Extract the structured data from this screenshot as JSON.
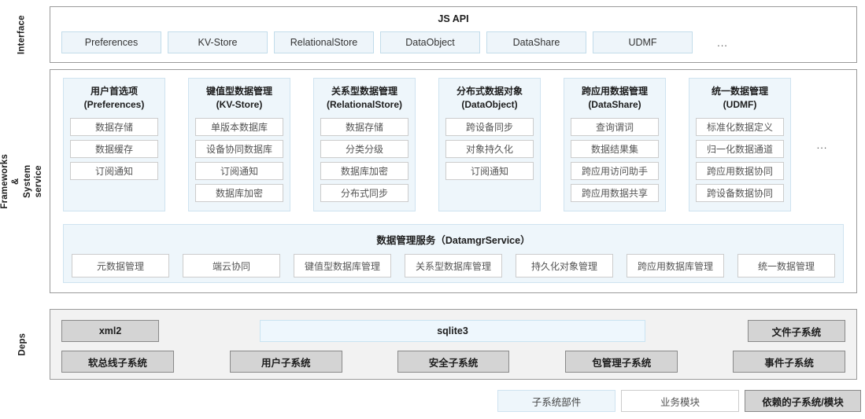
{
  "side_labels": {
    "interface": "Interface",
    "frameworks": "Frameworks &\nSystem service",
    "frameworks_line1": "Frameworks &",
    "frameworks_line2": "System service",
    "deps": "Deps"
  },
  "interface": {
    "title": "JS API",
    "items": [
      {
        "label": "Preferences",
        "width": 130
      },
      {
        "label": "KV-Store",
        "width": 130
      },
      {
        "label": "RelationalStore",
        "width": 130
      },
      {
        "label": "DataObject",
        "width": 130
      },
      {
        "label": "DataShare",
        "width": 130
      },
      {
        "label": "UDMF",
        "width": 130
      }
    ],
    "ellipsis": "..."
  },
  "frameworks": {
    "columns": [
      {
        "title_cn": "用户首选项",
        "title_en": "(Preferences)",
        "items": [
          "数据存储",
          "数据缓存",
          "订阅通知"
        ]
      },
      {
        "title_cn": "键值型数据管理",
        "title_en": "(KV-Store)",
        "items": [
          "单版本数据库",
          "设备协同数据库",
          "订阅通知",
          "数据库加密"
        ]
      },
      {
        "title_cn": "关系型数据管理",
        "title_en": "(RelationalStore)",
        "items": [
          "数据存储",
          "分类分级",
          "数据库加密",
          "分布式同步"
        ]
      },
      {
        "title_cn": "分布式数据对象",
        "title_en": "(DataObject)",
        "items": [
          "跨设备同步",
          "对象持久化",
          "订阅通知"
        ]
      },
      {
        "title_cn": "跨应用数据管理",
        "title_en": "(DataShare)",
        "items": [
          "查询谓词",
          "数据结果集",
          "跨应用访问助手",
          "跨应用数据共享"
        ]
      },
      {
        "title_cn": "统一数据管理",
        "title_en": "(UDMF)",
        "items": [
          "标准化数据定义",
          "归一化数据通道",
          "跨应用数据协同",
          "跨设备数据协同"
        ]
      }
    ],
    "ellipsis": "..."
  },
  "datamgr_service": {
    "title": "数据管理服务（DatamgrService）",
    "items": [
      "元数据管理",
      "端云协同",
      "键值型数据库管理",
      "关系型数据库管理",
      "持久化对象管理",
      "跨应用数据库管理",
      "统一数据管理"
    ]
  },
  "deps": {
    "row1": [
      {
        "label": "xml2",
        "style": "gray"
      },
      {
        "label": "sqlite3",
        "style": "blue"
      },
      {
        "label": "文件子系统",
        "style": "gray"
      }
    ],
    "row2": [
      {
        "label": "软总线子系统",
        "style": "gray"
      },
      {
        "label": "用户子系统",
        "style": "gray"
      },
      {
        "label": "安全子系统",
        "style": "gray"
      },
      {
        "label": "包管理子系统",
        "style": "gray"
      },
      {
        "label": "事件子系统",
        "style": "gray"
      }
    ]
  },
  "legend": [
    {
      "label": "子系统部件",
      "style": "blue"
    },
    {
      "label": "业务模块",
      "style": "white"
    },
    {
      "label": "依赖的子系统/模块",
      "style": "gray"
    }
  ],
  "colors": {
    "component_fill": "#eef6fb",
    "component_border": "#cfe3f0",
    "module_fill": "#ffffff",
    "module_border": "#cccccc",
    "dependency_fill": "#d4d4d4",
    "dependency_border": "#8a8a8a",
    "panel_border": "#9a9a9a",
    "deps_panel_fill": "#f2f2f2"
  }
}
